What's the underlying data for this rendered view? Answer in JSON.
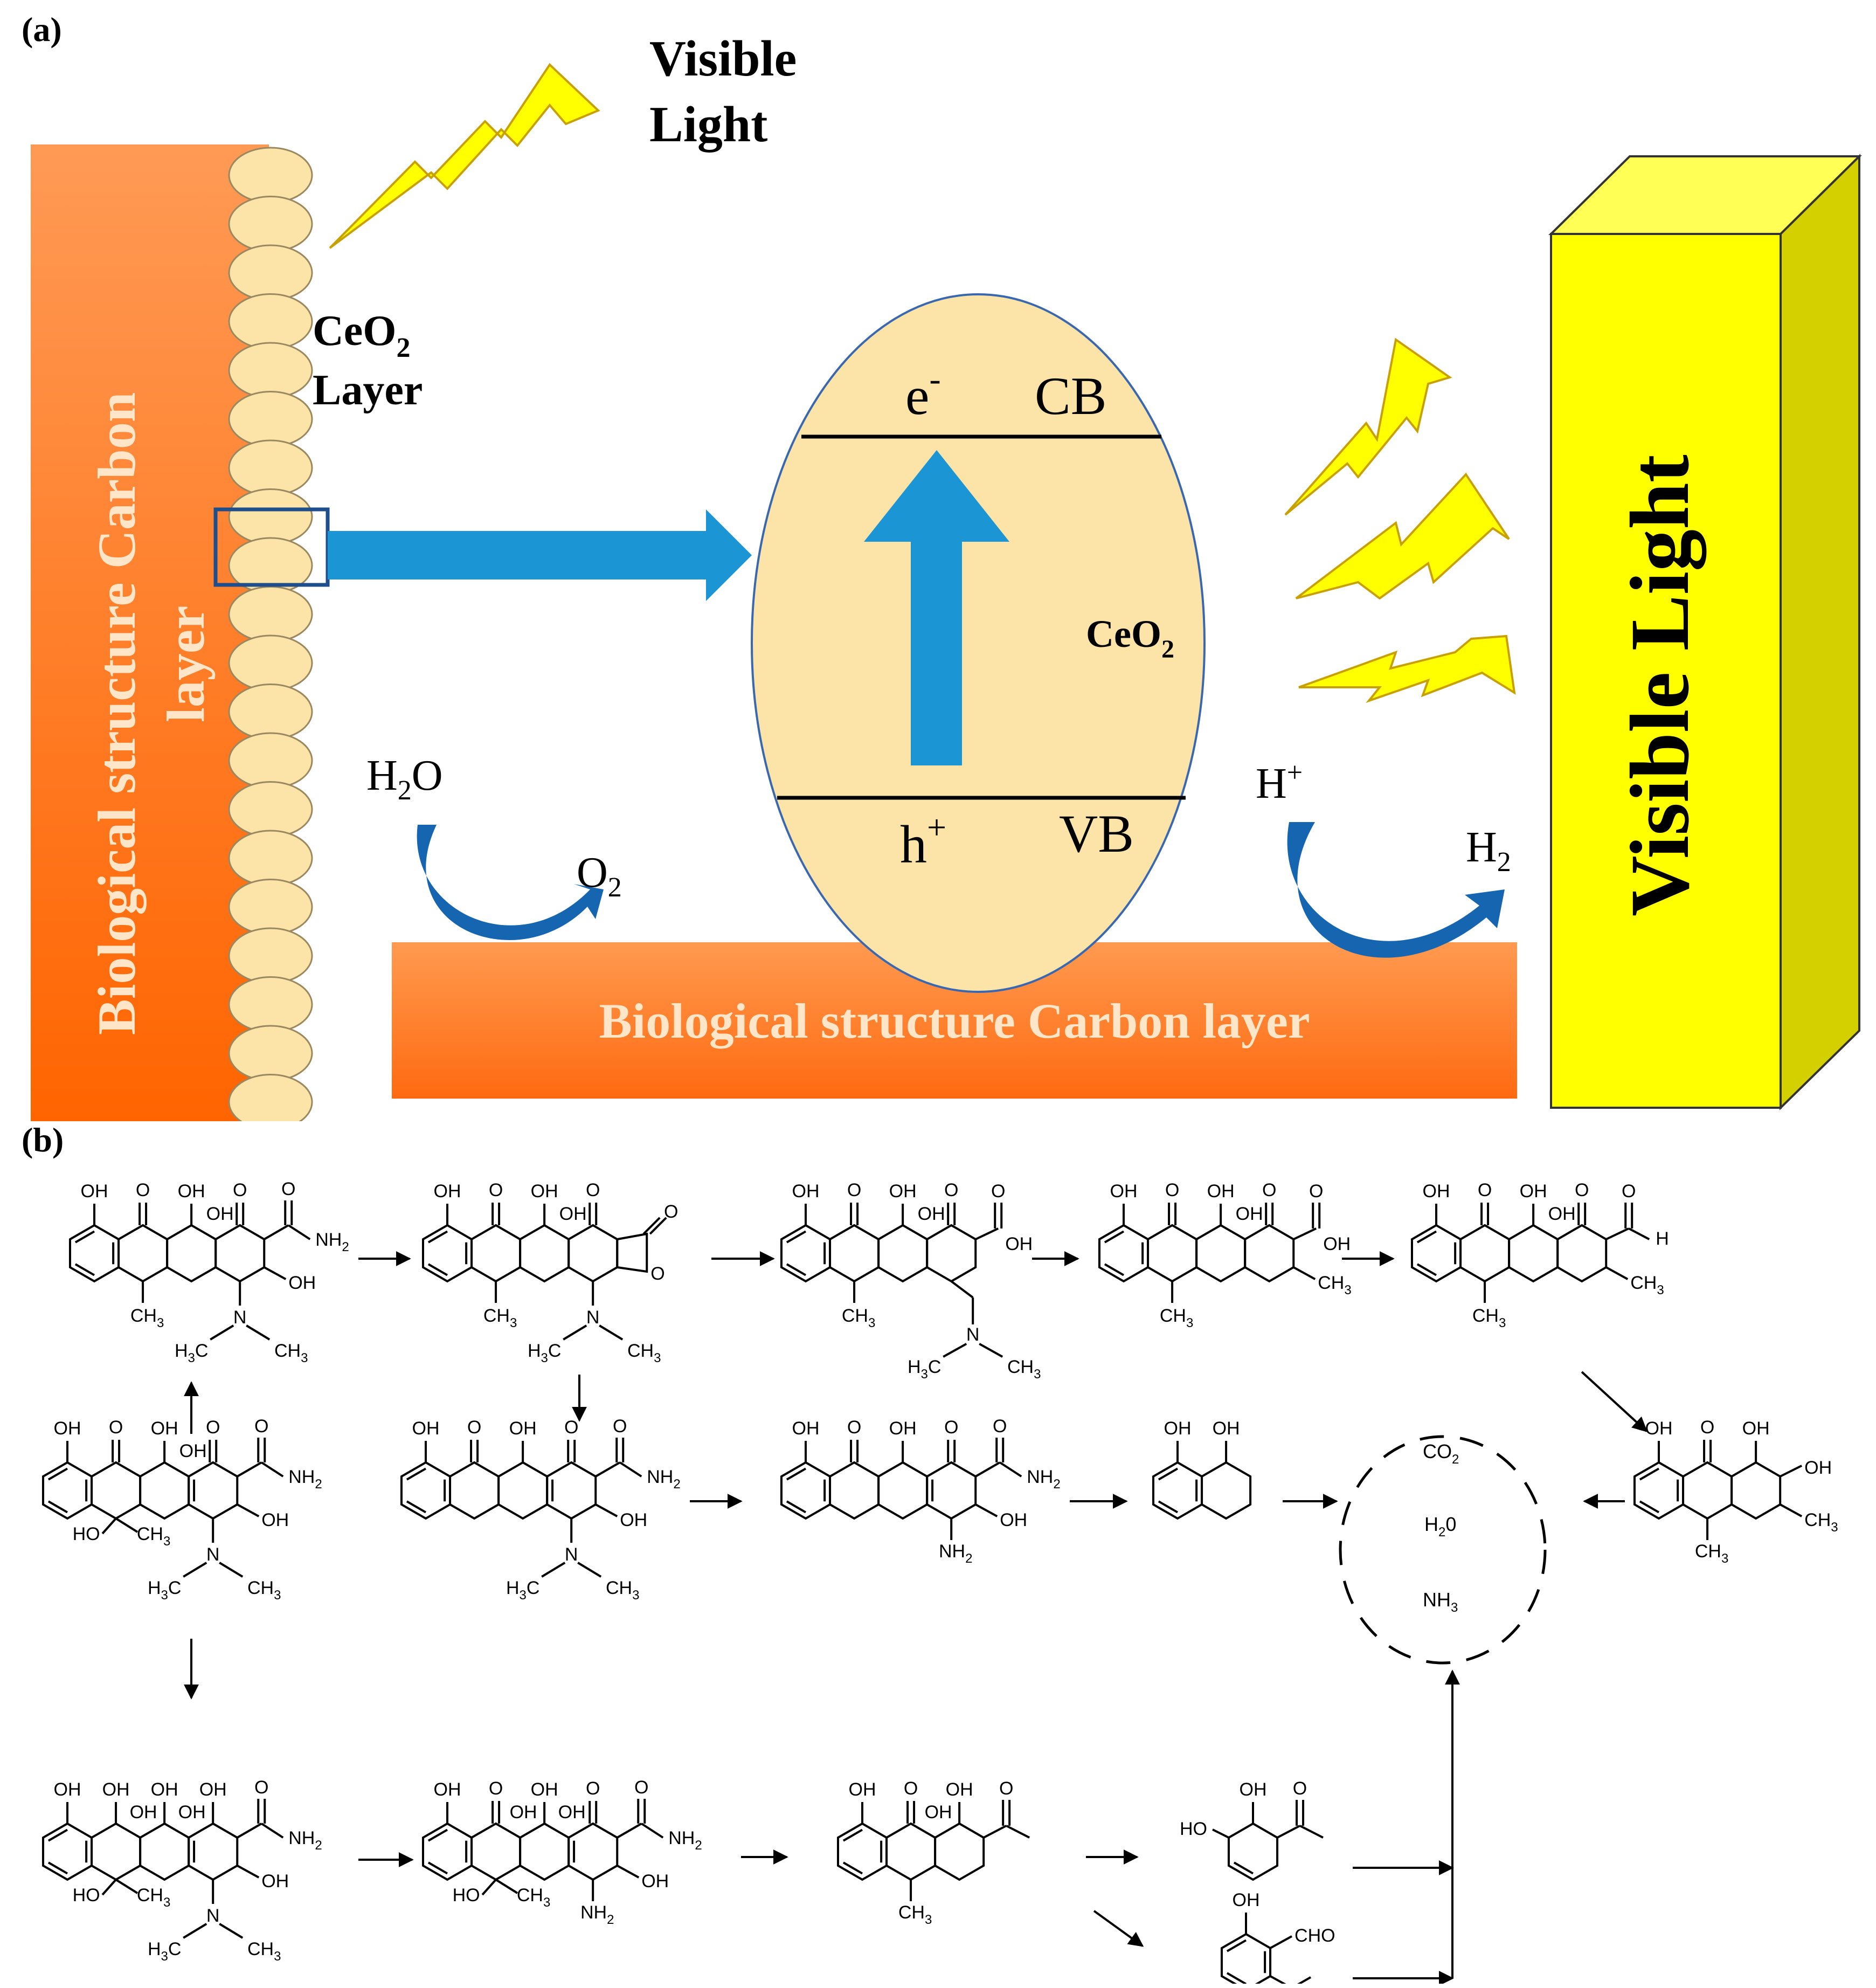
{
  "panel_a": {
    "label": "(a)",
    "top_light_line1": "Visible",
    "top_light_line2": "Light",
    "ceo2_layer_base": "CeO",
    "ceo2_layer_sub": "2",
    "ceo2_layer_line2": "Layer",
    "left_column_line1": "Biological structure Carbon",
    "left_column_line2": "layer",
    "bottom_bar_text": "Biological structure Carbon layer",
    "cb_electron": "e",
    "cb_electron_sup": "-",
    "cb_label": "CB",
    "vb_hole": "h",
    "vb_hole_sup": "+",
    "vb_label": "VB",
    "ellipse_ceo2_base": "CeO",
    "ellipse_ceo2_sub": "2",
    "h2o_base": "H",
    "h2o_sub": "2",
    "h2o_end": "O",
    "o2_base": "O",
    "o2_sub": "2",
    "hplus_base": "H",
    "hplus_sup": "+",
    "h2_base": "H",
    "h2_sub": "2",
    "right_box_text": "Visible Light",
    "colors": {
      "orange": "#FF7A2A",
      "yellow": "#FFFF00",
      "beige": "#FCE4A8",
      "blue": "#1B95D4",
      "dark_blue": "#1565B0"
    }
  },
  "panel_b": {
    "label": "(b)",
    "products": [
      "CO",
      "H",
      "NH"
    ],
    "products_subs": [
      "2",
      "2",
      "3"
    ],
    "product_h2o_tail": "0",
    "labels": {
      "OH": "OH",
      "O": "O",
      "NH2": "NH",
      "sub2": "2",
      "sub3": "3",
      "CH3": "CH",
      "H3C": "H",
      "C": "C",
      "N": "N",
      "HO": "HO",
      "H": "H",
      "CHO": "CHO"
    }
  }
}
